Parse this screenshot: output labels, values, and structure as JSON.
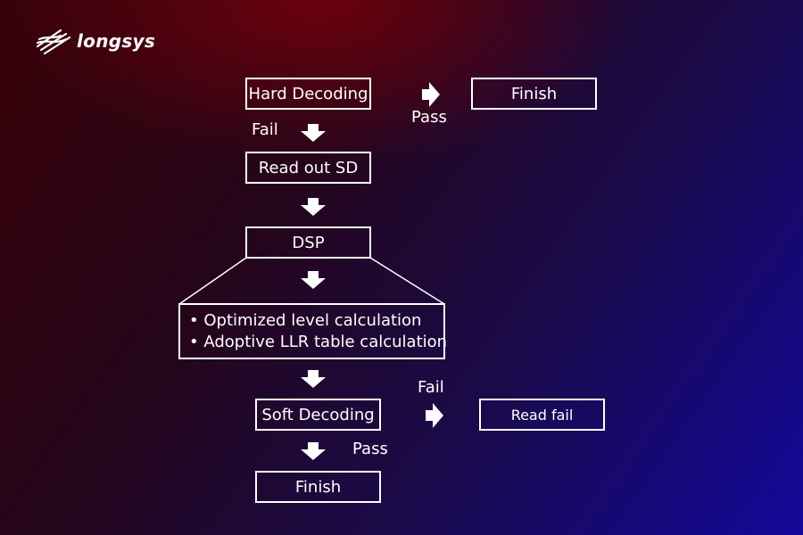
{
  "brand": {
    "logo_text": "longsys",
    "logo_icon": "longsys-mark-icon"
  },
  "flow": {
    "hard_decoding": "Hard Decoding",
    "finish_top": "Finish",
    "read_out_sd": "Read out SD",
    "dsp": "DSP",
    "dsp_steps": [
      "Optimized level calculation",
      "Adoptive LLR table calculation"
    ],
    "soft_decoding": "Soft Decoding",
    "read_fail": "Read fail",
    "finish_bottom": "Finish"
  },
  "labels": {
    "pass_top": "Pass",
    "fail_left": "Fail",
    "fail_right": "Fail",
    "pass_bottom": "Pass"
  },
  "colors": {
    "background_red": "#3a0208",
    "background_blue": "#13079a",
    "foreground": "#ffffff"
  }
}
